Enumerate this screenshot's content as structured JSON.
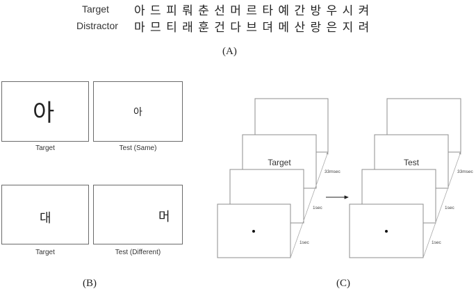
{
  "panel_a": {
    "target_label": "Target",
    "target_glyphs": "아 드 피 뤄 춘 선 머 르 타 예 간 방 우 시 켜",
    "distractor_label": "Distractor",
    "distractor_glyphs": "마 므 티 래 훈 건 다 브 뎌 메 산 랑 은 지 려",
    "panel_label": "(A)"
  },
  "panel_b": {
    "same_target_glyph": "아",
    "same_test_glyph": "아",
    "same_target_caption": "Target",
    "same_test_caption": "Test (Same)",
    "diff_target_glyph": "대",
    "diff_test_glyph": "머",
    "diff_target_caption": "Target",
    "diff_test_caption": "Test (Different)",
    "panel_label": "(B)"
  },
  "panel_c": {
    "left_sequence": {
      "screen_text": "Target",
      "durations": [
        "33msec",
        "1sec",
        "1sec"
      ]
    },
    "right_sequence": {
      "screen_text": "Test",
      "durations": [
        "33msec",
        "1sec",
        "1sec"
      ]
    },
    "panel_label": "(C)"
  }
}
